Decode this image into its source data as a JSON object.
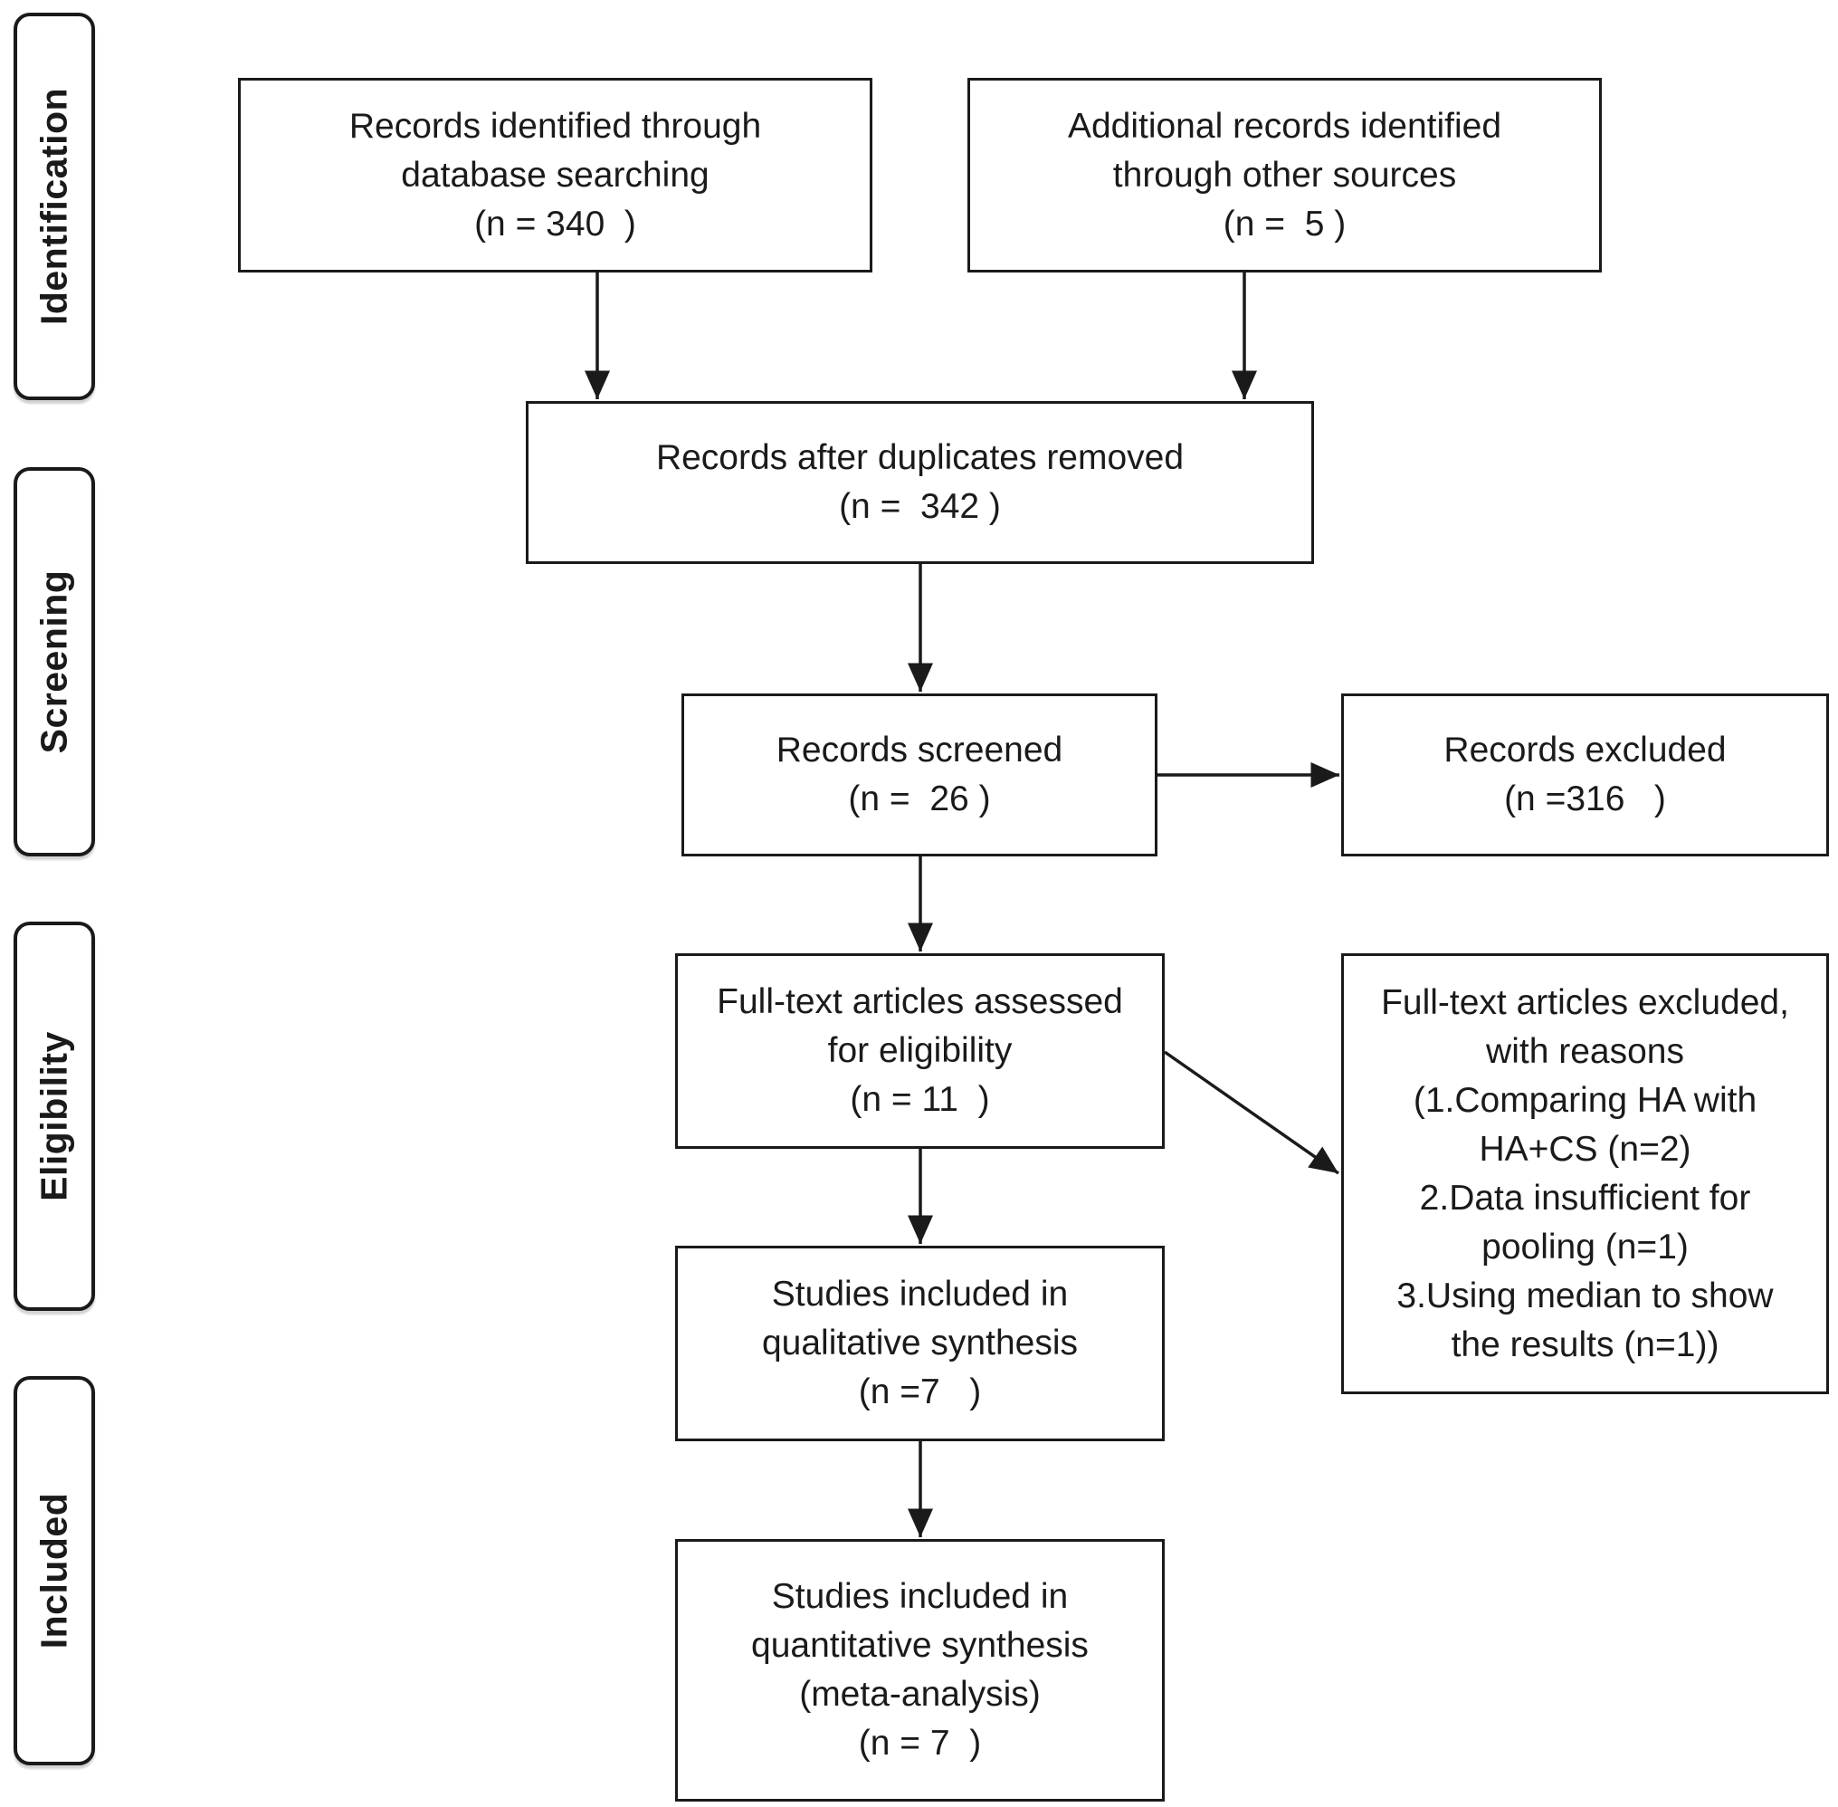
{
  "phases": [
    {
      "id": "identification",
      "label": "Identification"
    },
    {
      "id": "screening",
      "label": "Screening"
    },
    {
      "id": "eligibility",
      "label": "Eligibility"
    },
    {
      "id": "included",
      "label": "Included"
    }
  ],
  "boxes": {
    "database": {
      "lines": [
        "Records identified through",
        "database searching",
        "(n = 340  )"
      ]
    },
    "other": {
      "lines": [
        "Additional records identified",
        "through other sources",
        "(n =  5 )"
      ]
    },
    "duplicates": {
      "lines": [
        "Records after duplicates removed",
        "(n =  342 )"
      ]
    },
    "screened": {
      "lines": [
        "Records screened",
        "(n =  26 )"
      ]
    },
    "excluded": {
      "lines": [
        "Records excluded",
        "(n =316   )"
      ]
    },
    "fulltext": {
      "lines": [
        "Full-text articles assessed",
        "for eligibility",
        "(n = 11  )"
      ]
    },
    "fulltext_excluded": {
      "lines": [
        "Full-text articles excluded,",
        "with reasons",
        "(1.Comparing HA with",
        "HA+CS (n=2)",
        "2.Data insufficient for",
        "pooling (n=1)",
        "3.Using median to show",
        "the results (n=1))"
      ]
    },
    "qualitative": {
      "lines": [
        "Studies included in",
        "qualitative synthesis",
        "(n =7   )"
      ]
    },
    "quantitative": {
      "lines": [
        "Studies included in",
        "quantitative synthesis",
        "(meta-analysis)",
        "(n = 7  )"
      ]
    }
  },
  "colors": {
    "stroke": "#1a1a1a",
    "background": "#ffffff"
  }
}
